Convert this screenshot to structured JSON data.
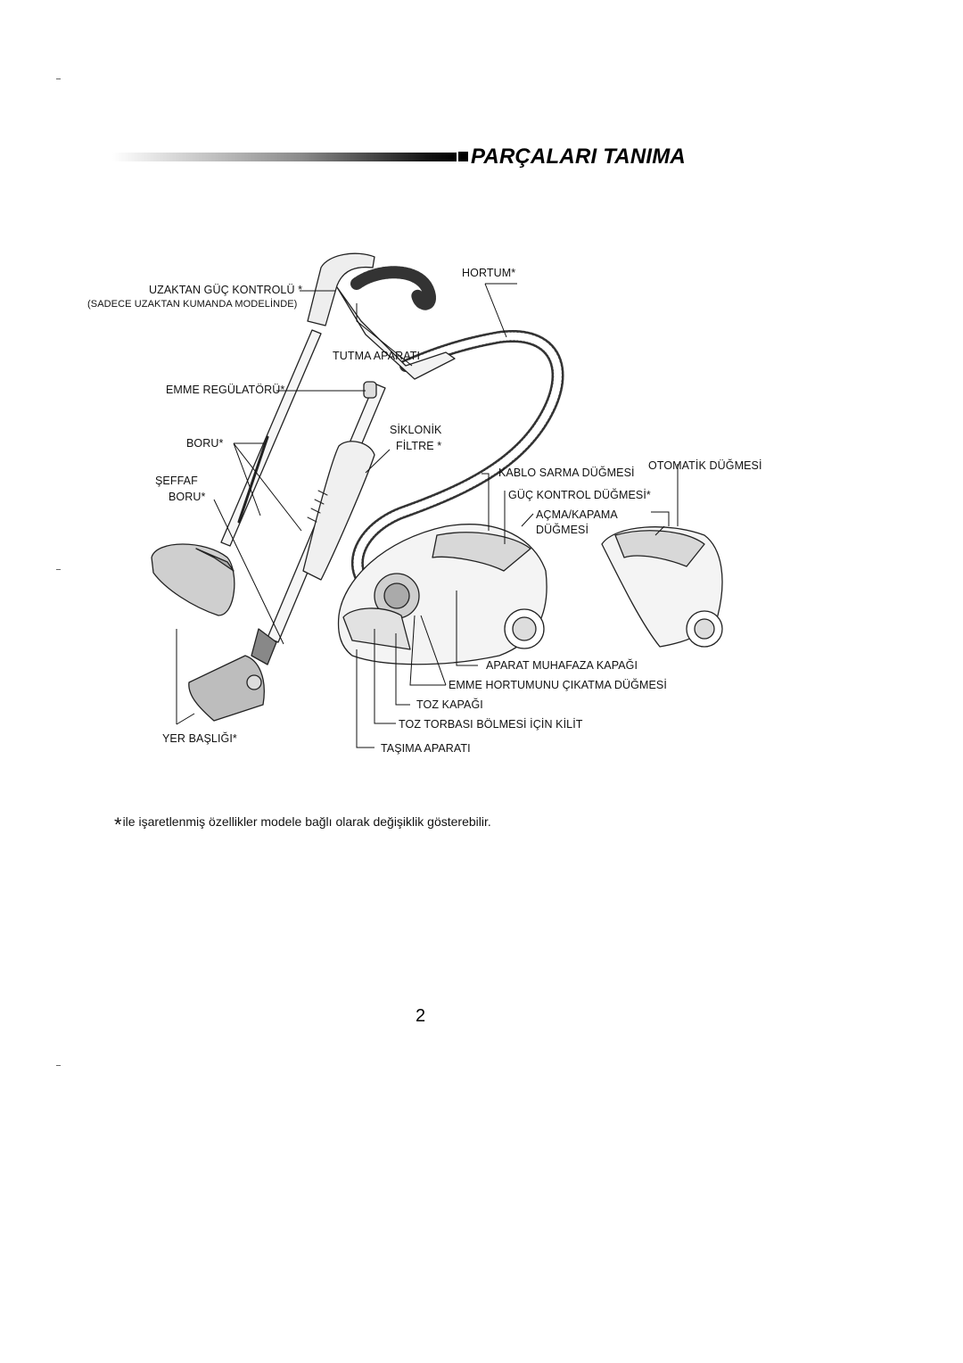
{
  "page": {
    "title": "PARÇALARI TANIMA",
    "page_number": "2"
  },
  "labels": {
    "remote_control": "UZAKTAN GÜÇ KONTROLÜ *",
    "remote_note": "(SADECE UZAKTAN KUMANDA MODELİNDE)",
    "hose": "HORTUM*",
    "handle": "TUTMA APARATI",
    "suction_regulator": "EMME REGÜLATÖRÜ*",
    "cyclone_line1": "SİKLONİK",
    "cyclone_line2": "FİLTRE *",
    "pipe": "BORU*",
    "clear_pipe_line1": "ŞEFFAF",
    "clear_pipe_line2": "BORU*",
    "cord_rewind": "KABLO SARMA DÜĞMESİ",
    "auto_button": "OTOMATİK DÜĞMESİ",
    "power_control": "GÜÇ KONTROL DÜĞMESİ*",
    "on_off_line1": "AÇMA/KAPAMA",
    "on_off_line2": "DÜĞMESİ",
    "accessory_cover": "APARAT MUHAFAZA KAPAĞI",
    "hose_release": "EMME HORTUMUNU ÇIKATMA DÜĞMESİ",
    "dust_cover": "TOZ KAPAĞI",
    "bag_lock": "TOZ TORBASI BÖLMESİ İÇİN KİLİT",
    "floor_head": "YER BAŞLIĞI*",
    "carry_handle": "TAŞIMA APARATI"
  },
  "footnote": {
    "star": "*",
    "text": "ile işaretlenmiş özellikler modele bağlı olarak değişiklik gösterebilir."
  }
}
